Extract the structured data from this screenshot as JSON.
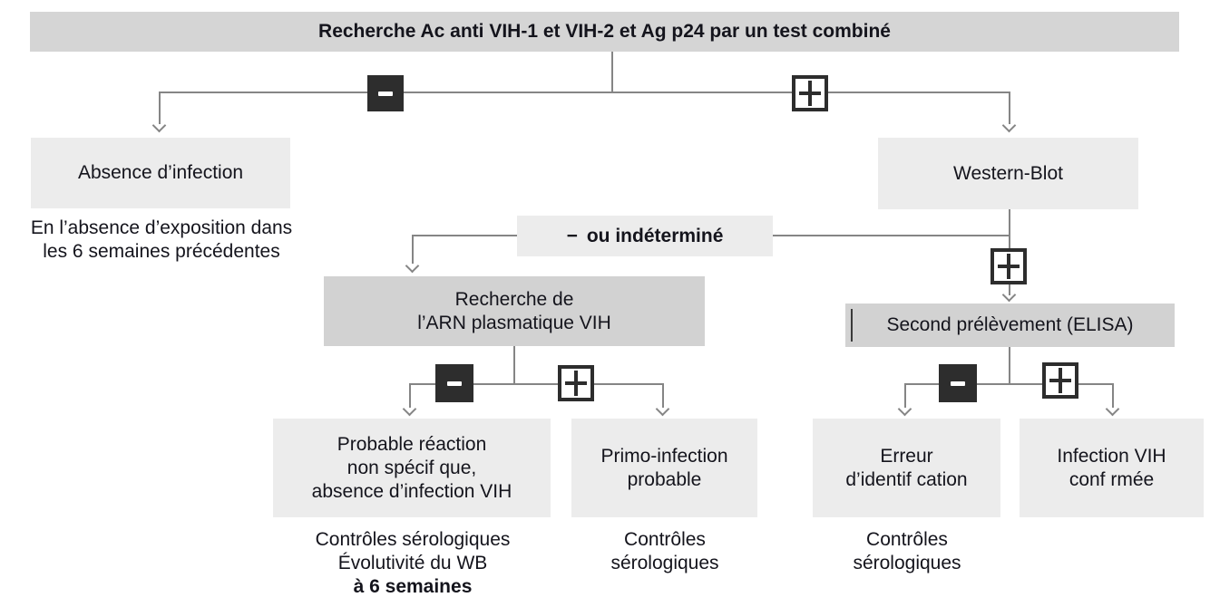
{
  "title": "Recherche Ac anti VIH-1 et VIH-2 et Ag p24 par un test combiné",
  "operators": {
    "negative_icon": "−",
    "positive_icon": "+",
    "indeterminate": {
      "sign": "−",
      "label": "ou indéterminé"
    }
  },
  "nodes": {
    "absence": {
      "label": "Absence d’infection"
    },
    "absence_note": {
      "lines": [
        "En l’absence d’exposition dans",
        "les 6 semaines précédentes"
      ]
    },
    "western_blot": {
      "label": "Western-Blot"
    },
    "arn": {
      "lines": [
        "Recherche de",
        "l’ARN plasmatique VIH"
      ]
    },
    "second_elisa": {
      "label": "Second prélèvement (ELISA)"
    },
    "probable_reaction": {
      "lines": [
        "Probable réaction",
        "non spécif que,",
        "absence d’infection VIH"
      ]
    },
    "probable_note": {
      "lines": [
        "Contrôles sérologiques",
        "Évolutivité du WB",
        "à 6 semaines"
      ]
    },
    "primo": {
      "lines": [
        "Primo-infection",
        "probable"
      ]
    },
    "primo_note": {
      "lines": [
        "Contrôles",
        "sérologiques"
      ]
    },
    "erreur": {
      "lines": [
        "Erreur",
        "d’identif cation"
      ]
    },
    "erreur_note": {
      "lines": [
        "Contrôles",
        "sérologiques"
      ]
    },
    "infection": {
      "lines": [
        "Infection VIH",
        "conf rmée"
      ]
    }
  },
  "colors": {
    "header_box": "#d5d5d5",
    "result_box": "#ececec",
    "action_box": "#d2d2d2",
    "connector": "#858585",
    "sign_dark": "#2d2d2d",
    "text": "#14141c",
    "background": "#ffffff"
  }
}
